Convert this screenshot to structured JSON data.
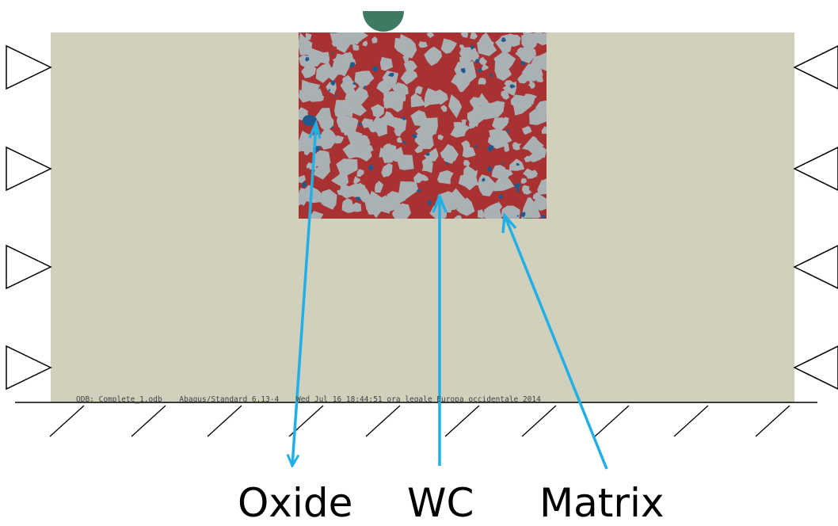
{
  "odb_text": {
    "file": "ODB: Complete_1.odb",
    "solver": "Abaqus/Standard 6.13-4",
    "date": "Wed Jul 16 18:44:51 ora legale Europa occidentale 2014"
  },
  "labels": {
    "oxide": "Oxide",
    "wc": "WC",
    "matrix": "Matrix"
  },
  "colors": {
    "specimen": "#d0d0bd",
    "matrix": "#a83232",
    "wc_particles": "#a9b1b5",
    "oxide": "#1f5a8f",
    "indenter": "#3e7a62",
    "arrows": "#21b0e6"
  },
  "icons": {
    "left_supports": "triangle-right-icon",
    "right_supports": "triangle-left-icon",
    "ground": "hatched-ground-icon",
    "indenter": "hemisphere-indenter-icon"
  }
}
